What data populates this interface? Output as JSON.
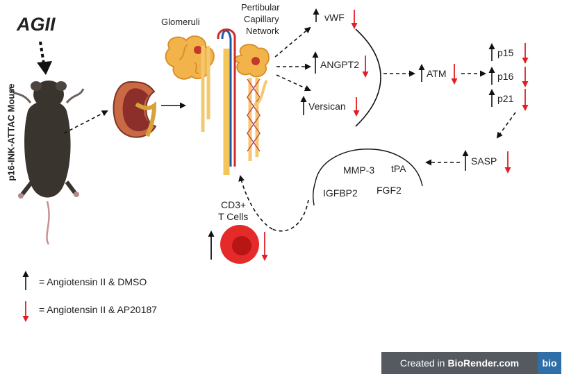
{
  "title": "",
  "stimulus": "AGII",
  "mouse_label": "p16-INK-ATTAC Mouse",
  "kidney_labels": {
    "glomeruli": "Glomeruli",
    "peritubular": [
      "Pertibular",
      "Capillary",
      "Network"
    ]
  },
  "markers": {
    "vwf": "vWF",
    "angpt2": "ANGPT2",
    "versican": "Versican",
    "atm": "ATM",
    "p15": "p15",
    "p16": "p16",
    "p21": "p21",
    "sasp": "SASP"
  },
  "sasp_factors": {
    "mmp3": "MMP-3",
    "tpa": "tPA",
    "igfbp2": "IGFBP2",
    "fgf2": "FGF2"
  },
  "cells": [
    "CD3+",
    "T Cells"
  ],
  "legend": {
    "up": "= Angiotensin II & DMSO",
    "down": "= Angiotensin II & AP20187"
  },
  "badge": {
    "prefix": "Created in",
    "brand": "BioRender.com",
    "short": "bio"
  },
  "colors": {
    "up_arrow": "#111111",
    "down_arrow": "#e21d24",
    "kidney": "#c96a44",
    "glomeruli": "#f2b44a",
    "cell": "#e52a2a"
  }
}
